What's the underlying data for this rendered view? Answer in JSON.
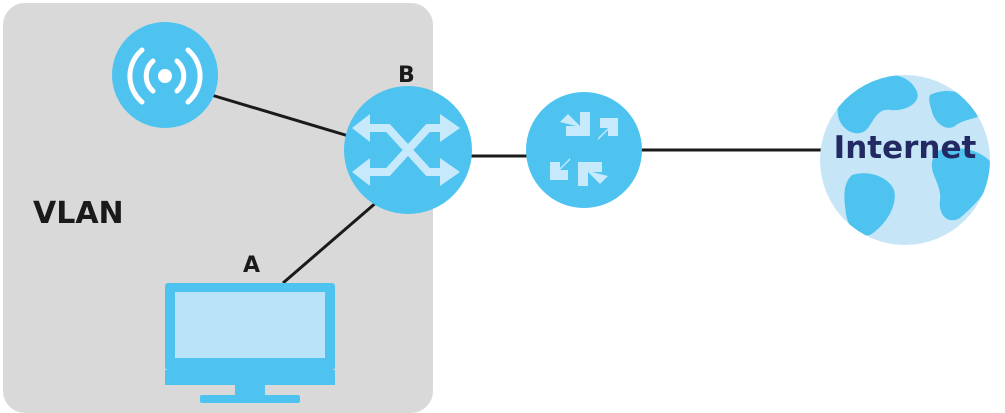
{
  "diagram": {
    "vlan_label": "VLAN",
    "label_a": "A",
    "label_b": "B",
    "internet_label": "Internet"
  },
  "nodes": [
    {
      "id": "wireless-ap",
      "icon": "wireless-access-point-icon"
    },
    {
      "id": "switch-b",
      "icon": "switch-icon"
    },
    {
      "id": "router",
      "icon": "router-icon"
    },
    {
      "id": "internet",
      "icon": "globe-icon"
    },
    {
      "id": "computer-a",
      "icon": "monitor-icon"
    }
  ],
  "colors": {
    "vlan_area": "#d9d9d9",
    "device": "#4ec3f0",
    "device_arrows": "#c6e9fb",
    "monitor_screen": "#b8e3f8",
    "globe_water": "#c6e6f8",
    "globe_land": "#4ec3f0",
    "internet_text": "#232a63",
    "link": "#1a1a1a"
  }
}
